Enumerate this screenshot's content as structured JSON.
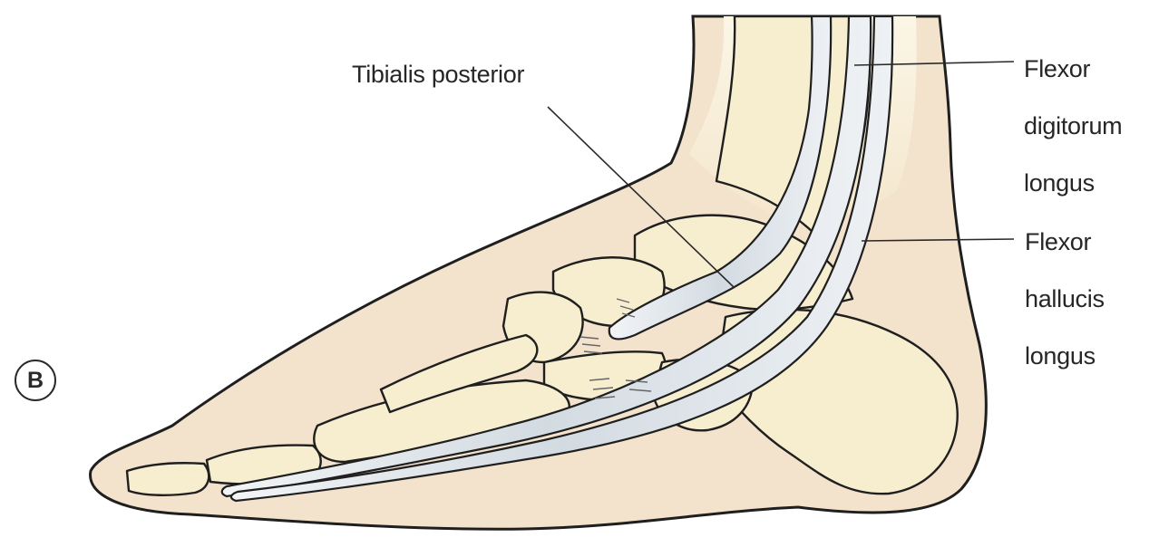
{
  "figure": {
    "panel_letter": "B",
    "labels": {
      "tibialis_posterior": "Tibialis posterior",
      "flexor_digitorum_longus": [
        "Flexor",
        "digitorum",
        "longus"
      ],
      "flexor_hallucis_longus": [
        "Flexor",
        "hallucis",
        "longus"
      ]
    },
    "colors": {
      "skin": "#f3e2cc",
      "bone": "#f7eed0",
      "tendon": "#d6dde3",
      "outline": "#1f1f1f"
    }
  }
}
